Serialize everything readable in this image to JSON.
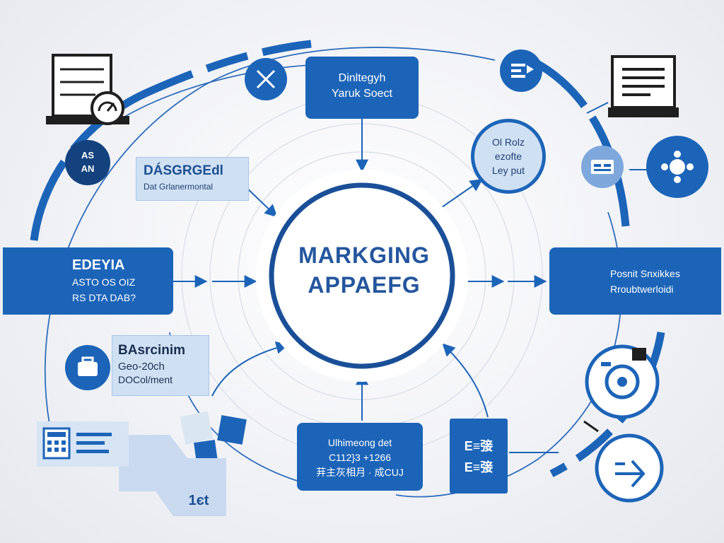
{
  "colors": {
    "primary": "#1c64b8",
    "primary_dark": "#14427e",
    "pale": "#cfe0f3",
    "navy_text": "#1f3f73",
    "background": "#f1f2f6"
  },
  "hub": {
    "line1": "MARKGING",
    "line2": "APPAEFG"
  },
  "top_box": {
    "line1": "Dinltegyh",
    "line2": "Yaruk Soect"
  },
  "top_right_circle": {
    "line1": "Ol Rolz",
    "line2": "ezofte",
    "line3": "Ley put"
  },
  "badge_left": {
    "line1": "AS",
    "line2": "AN"
  },
  "top_left_panel": {
    "title": "DÁSGRGEdl",
    "subtitle": "Dat Grlanermontal"
  },
  "left_box": {
    "title": "EDEYIA",
    "line2": "ASTO OS OIZ",
    "line3": "RS DTA DAB?"
  },
  "right_box": {
    "line1": "Posnit Snxikkes",
    "line2": "Rroubtwerloidi"
  },
  "mid_left_panel": {
    "line1": "BAsrcinim",
    "line2": "Geo-20ch",
    "line3": "DOCol/ment"
  },
  "bottom_box": {
    "line1": "Ulhimeong det",
    "line2": "C112}3 +1266",
    "line3": "荓主灰相月 · 成CUJ"
  },
  "bottom_side_box": {
    "line1": "E≡㢺",
    "line2": "E≡㢺"
  },
  "bottom_left_tag": {
    "label": "1єt"
  },
  "icons": [
    "document-stack-icon",
    "gauge-icon",
    "close-icon",
    "message-icon",
    "laptop-icon",
    "card-icon",
    "network-icon",
    "list-icon",
    "target-icon",
    "camera-icon",
    "forward-arrow-icon",
    "calculator-icon"
  ]
}
